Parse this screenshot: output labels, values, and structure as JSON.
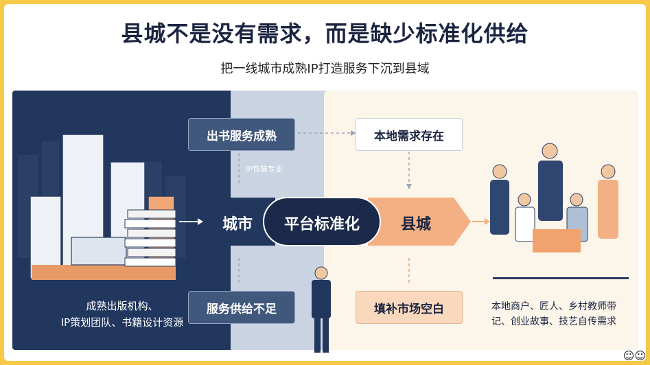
{
  "title": "县城不是没有需求，而是缺少标准化供给",
  "subtitle": "把一线城市成熟IP打造服务下沉到县域",
  "left": {
    "top_box": "出书服务成熟",
    "side_label": "IP包装专业",
    "bottom_box": "服务供给不足",
    "caption_line1": "成熟出版机构、",
    "caption_line2": "IP策划团队、书籍设计资源"
  },
  "center": {
    "city": "城市",
    "platform": "平台标准化",
    "county": "县城"
  },
  "right": {
    "top_box": "本地需求存在",
    "bottom_box": "填补市场空白",
    "caption_line1": "本地商户、匠人、乡村教师带",
    "caption_line2": "记、创业故事、技艺自传需求"
  },
  "colors": {
    "navy": "#22375e",
    "peach": "#f4b085",
    "frame": "#f7c948"
  }
}
